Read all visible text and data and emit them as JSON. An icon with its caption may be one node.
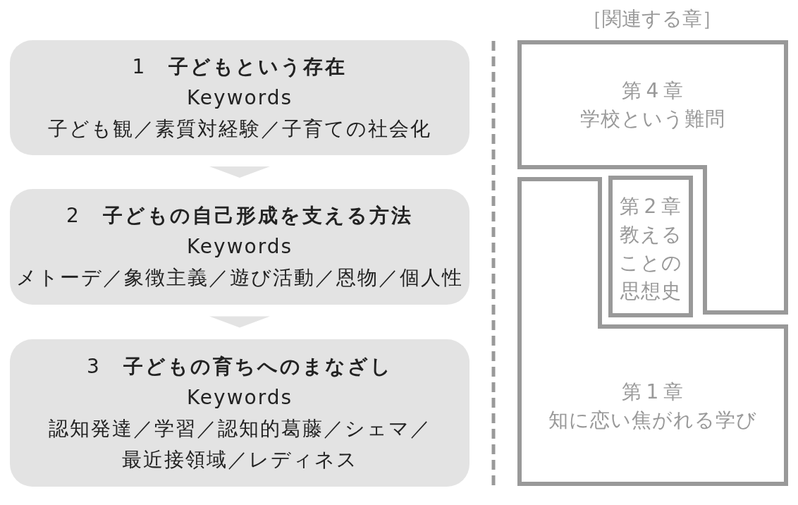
{
  "diagram": {
    "nodes": [
      {
        "text": [
          "1　**子どもという存在**",
          "Keywords",
          "子ども観／素質対経験／子育ての社会化"
        ]
      },
      {
        "text": [
          "2　**子どもの自己形成を支える方法**",
          "Keywords",
          "メトーデ／象徴主義／遊び活動／恩物／個人性"
        ]
      },
      {
        "text": [
          "3　**子どもの育ちへのまなざし**",
          "Keywords",
          "認知発達／学習／認知的葛藤／シェマ／最近接領域／レディネス"
        ]
      },
      {
        "text": [
          "第 4 章",
          "学校という難問"
        ]
      },
      {
        "text": [
          "第 2 章",
          "教えることの思想史"
        ]
      },
      {
        "text": [
          "第 1 章",
          "知に恋い焦がれる学び"
        ]
      }
    ],
    "edges": [
      {
        "from": 0,
        "to": 1,
        "arrow": "to"
      },
      {
        "from": 1,
        "to": 2,
        "arrow": "to"
      }
    ],
    "labels": [
      "［関連する章］"
    ]
  }
}
